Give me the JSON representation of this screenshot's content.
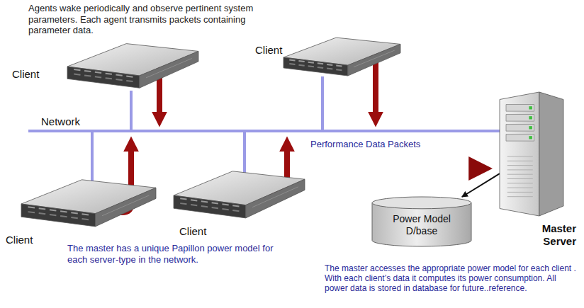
{
  "diagram": {
    "nodes": [
      {
        "text": [
          "Client"
        ]
      },
      {
        "text": [
          "Client"
        ]
      },
      {
        "text": [
          "Client"
        ]
      },
      {
        "text": [
          "Client"
        ]
      },
      {
        "text": [
          "Power Model D/base"
        ]
      },
      {
        "text": [
          "Master Server"
        ]
      }
    ],
    "edges": [
      {
        "from": 5,
        "to": 4,
        "arrow": "to"
      }
    ],
    "labels": [
      "Agents wake periodically and observe pertinent system parameters. Each agent transmits packets containing parameter data.",
      "Network",
      "Performance Data Packets",
      "The master has a unique Papillon power model for each server-type in the network.",
      "The master accesses the appropriate power model for each client . With each client’s data it computes its power consumption. All power data is stored in database for future..reference."
    ]
  }
}
